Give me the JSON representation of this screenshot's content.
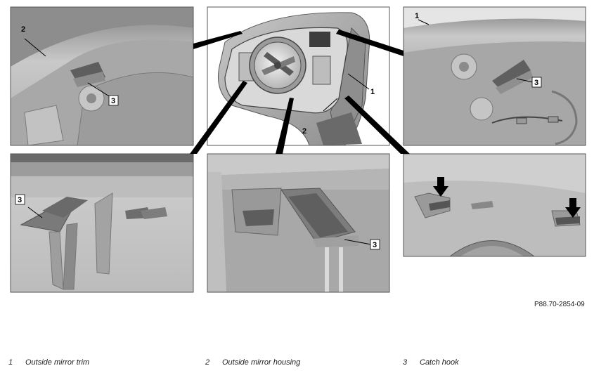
{
  "figure_code": "P88.70-2854-09",
  "legend": [
    {
      "num": "1",
      "text": "Outside mirror trim"
    },
    {
      "num": "2",
      "text": "Outside mirror housing"
    },
    {
      "num": "3",
      "text": "Catch hook"
    }
  ],
  "callouts": {
    "tl_2": "2",
    "tl_3": "3",
    "main_1": "1",
    "main_2": "2",
    "tr_1": "1",
    "tr_3": "3",
    "bl_3": "3",
    "bc_3": "3"
  },
  "colors": {
    "panel_border": "#555555",
    "gray_light": "#d4d4d4",
    "gray_mid": "#a9a9a9",
    "gray_dark": "#6e6e6e",
    "leader": "#000000"
  }
}
